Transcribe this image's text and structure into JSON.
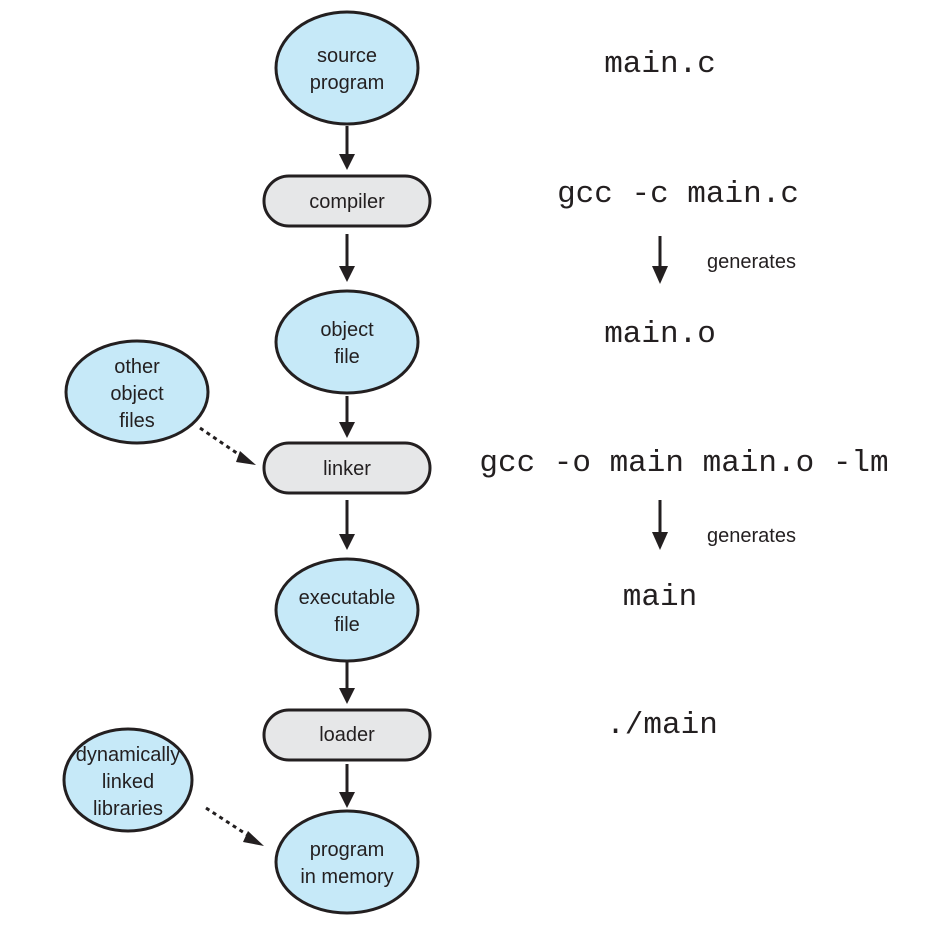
{
  "colors": {
    "ellipse_fill": "#c6e9f8",
    "box_fill": "#e6e7e8",
    "stroke": "#231f20"
  },
  "nodes": {
    "source_program": [
      "source",
      "program"
    ],
    "compiler": "compiler",
    "object_file": [
      "object",
      "file"
    ],
    "linker": "linker",
    "executable_file": [
      "executable",
      "file"
    ],
    "loader": "loader",
    "program_in_memory": [
      "program",
      "in memory"
    ],
    "other_object_files": [
      "other",
      "object",
      "files"
    ],
    "dynamically_linked_libraries": [
      "dynamically",
      "linked",
      "libraries"
    ]
  },
  "commands": {
    "source_file": "main.c",
    "compile_cmd": "gcc -c main.c",
    "object_file": "main.o",
    "link_cmd": "gcc -o main main.o -lm",
    "executable": "main",
    "run_cmd": "./main"
  },
  "labels": {
    "generates_1": "generates",
    "generates_2": "generates"
  }
}
